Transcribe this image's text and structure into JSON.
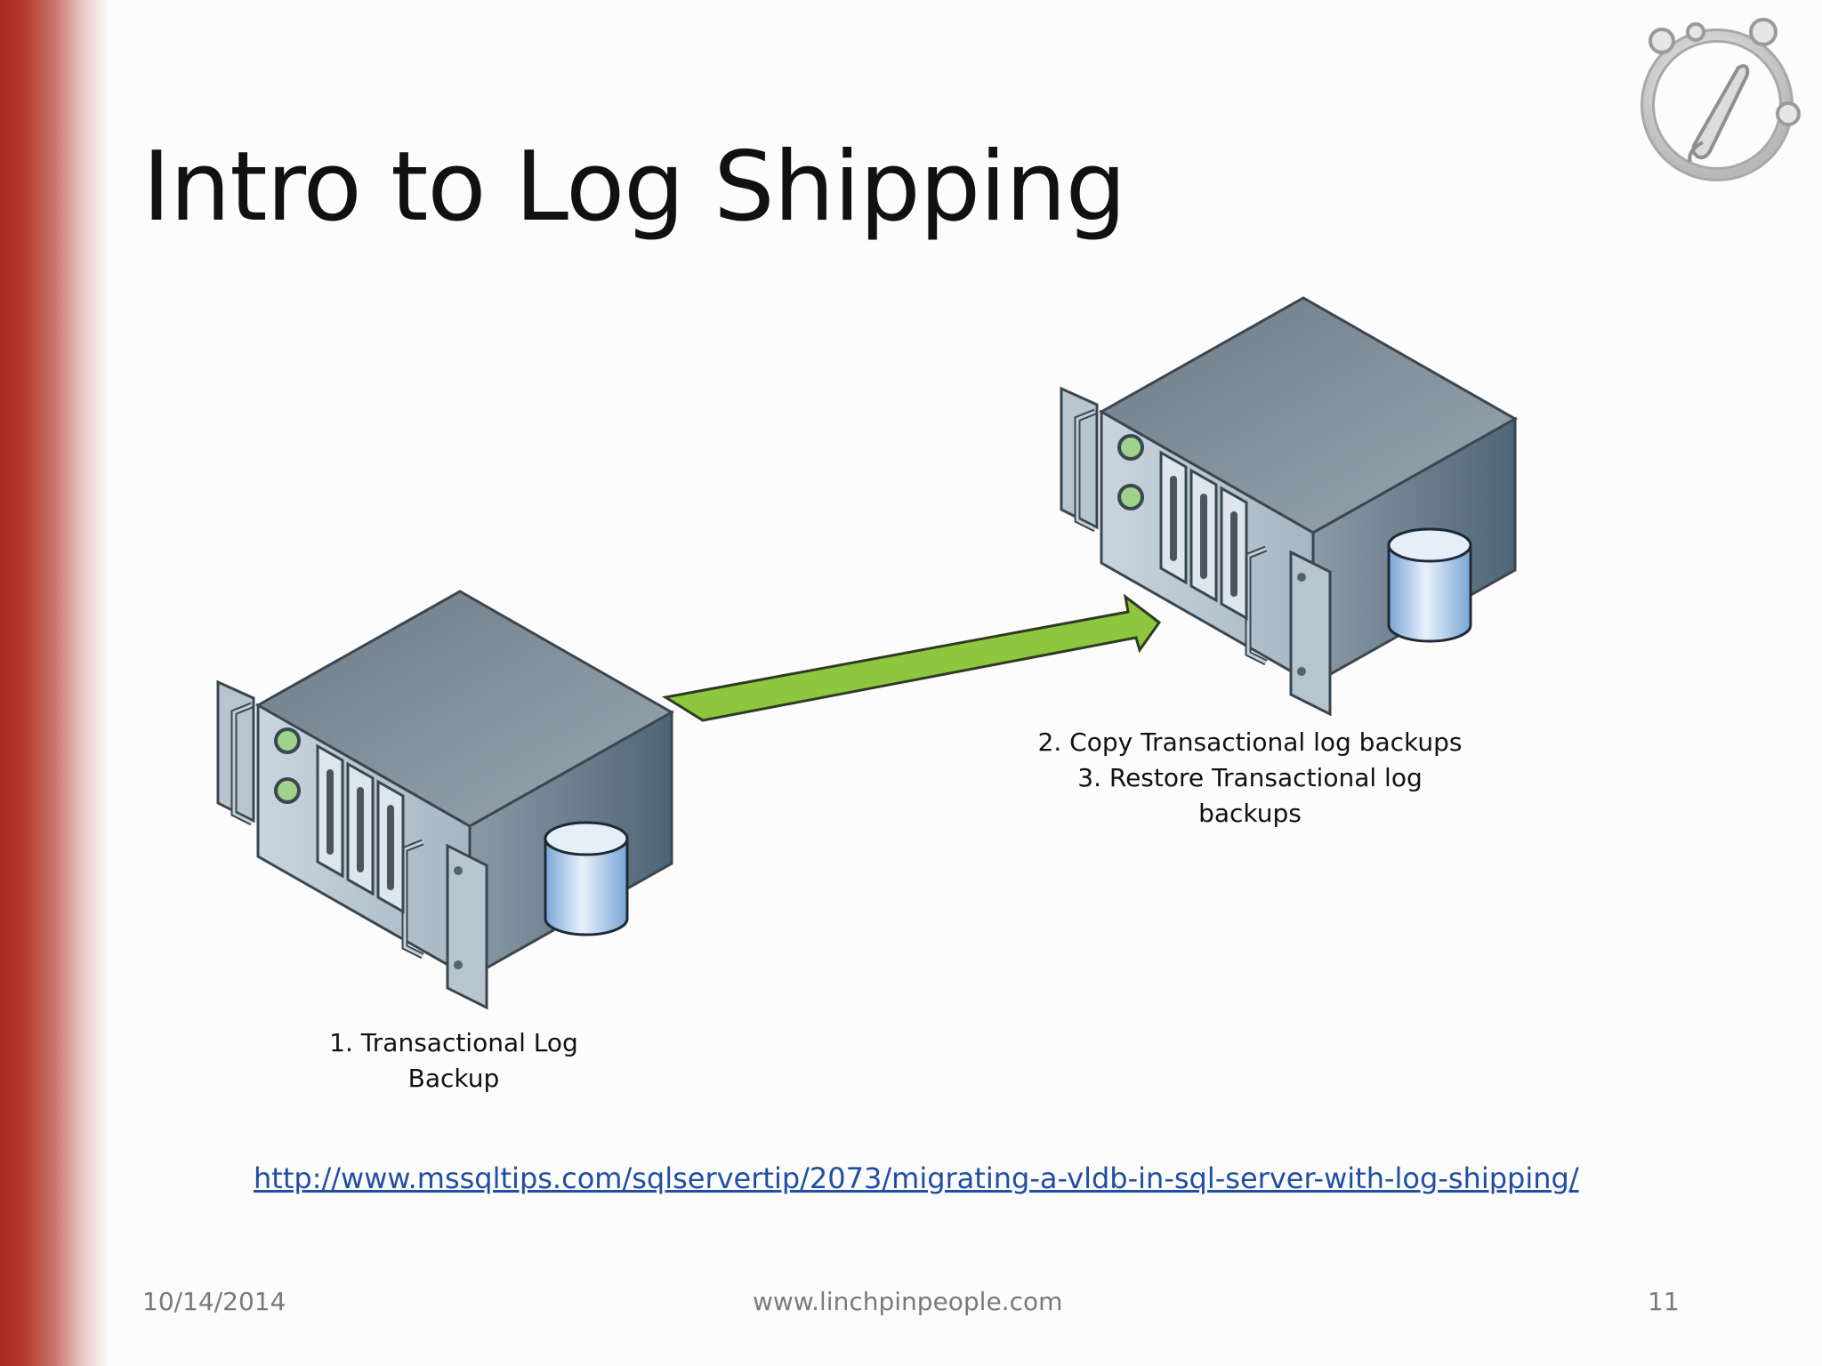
{
  "slide": {
    "title": "Intro to Log Shipping",
    "colors": {
      "accent_bar": "#a52a22",
      "arrow": "#8dc63f",
      "link": "#1f4ea3"
    }
  },
  "diagram": {
    "nodes": [
      {
        "name": "primary-server",
        "label_lines": [
          "1. Transactional Log",
          "Backup"
        ],
        "icon": "server-with-database-icon"
      },
      {
        "name": "secondary-server",
        "label_lines": [
          "2. Copy Transactional log backups",
          "3. Restore Transactional log",
          "backups"
        ],
        "icon": "server-with-database-icon"
      }
    ],
    "edges": [
      {
        "from": "primary-server",
        "to": "secondary-server",
        "icon": "green-arrow-icon"
      }
    ]
  },
  "link": {
    "text": "http://www.mssqltips.com/sqlservertip/2073/migrating-a-vldb-in-sql-server-with-log-shipping/"
  },
  "footer": {
    "date": "10/14/2014",
    "site": "www.linchpinpeople.com",
    "page": "11"
  },
  "logo": {
    "icon": "linchpin-people-logo-icon"
  }
}
